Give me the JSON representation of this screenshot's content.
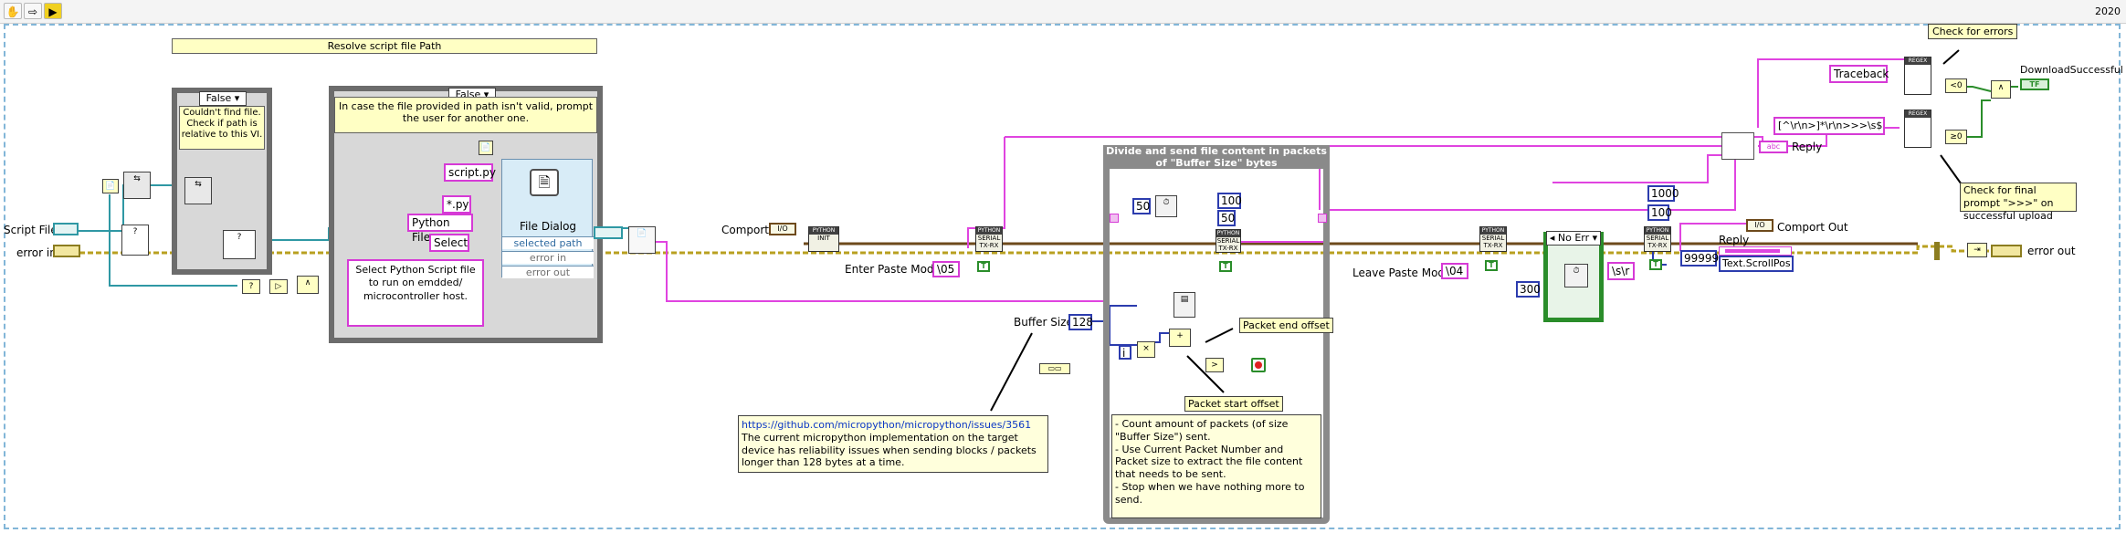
{
  "toolbar": {
    "run_icon": "hand-icon",
    "arrow_icon": "arrow-icon",
    "abort_icon": "run-arrow-icon",
    "version": "2020"
  },
  "labels": {
    "resolve_path": "Resolve script file Path",
    "case1_selector": "False",
    "case1_note": "Couldn't find file. Check if path is relative to this VI.",
    "case2_selector": "False",
    "case2_note": "In case the file provided in path isn't valid, prompt the user for another one.",
    "script_file": "Script File",
    "error_in": "error in",
    "script_py": "script.py",
    "star_py": "*.py",
    "python_files": "Python Files",
    "select": "Select",
    "file_dialog": "File Dialog",
    "selected_path": "selected path",
    "dlg_error_in": "error in",
    "dlg_error_out": "error out",
    "select_note": "Select Python Script file to run on emdded/ microcontroller host.",
    "comport": "Comport",
    "enter_paste_mode": "Enter Paste Mode",
    "enter_code": "\\05",
    "buffer_size": "Buffer Size",
    "buffer_value": "128",
    "github_link": "https://github.com/micropython/micropython/issues/3561",
    "github_note": "The current micropython implementation on the target device has reliability issues when sending blocks / packets longer than 128 bytes at a time.",
    "loop_title": "Divide and send file content in packets of \"Buffer Size\" bytes",
    "wait_value": "50",
    "const_100": "100",
    "const_50": "50",
    "packet_end": "Packet end offset",
    "packet_start": "Packet start offset",
    "loop_note": "- Count amount of packets (of size \"Buffer Size\") sent.\n- Use Current Packet Number and Packet size to extract the file content that needs to be sent.\n- Stop when we have nothing more to send.",
    "leave_paste_mode": "Leave Paste Mode",
    "leave_code": "\\04",
    "noerr_selector": "No Err",
    "wait_300": "300",
    "slash_r": "\\s\\r",
    "const_1000": "1000",
    "const_100b": "100",
    "const_99999": "99999",
    "reply": "Reply",
    "text_scroll": "Text.ScrollPos",
    "comport_out": "Comport Out",
    "reply2": "Reply",
    "traceback": "Traceback",
    "regex": "[^\\r\\n>]*\\r\\n>>>\\s$",
    "check_errors": "Check for errors",
    "check_prompt": "Check for final prompt \">>>\" on successful upload",
    "download_ok": "DownloadSuccessful",
    "tf": "TF",
    "error_out": "error out",
    "i_label": "i",
    "visa_tag": "I/O",
    "true_t": "T"
  },
  "colors": {
    "error_wire": "#b8a020",
    "visa_wire": "#6e4a1c",
    "string_wire": "#e044e0",
    "path_wire": "#2f98a4",
    "numeric_wire": "#2c3cae",
    "bool_wire": "#2a8d2a"
  }
}
